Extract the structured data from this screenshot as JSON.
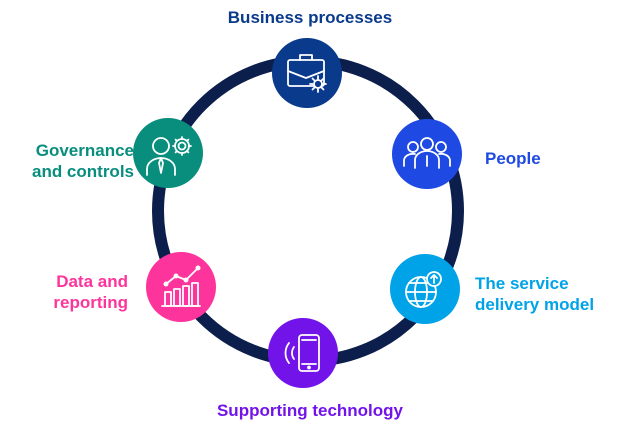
{
  "colors": {
    "ring": "#0c1e4b",
    "business": "#0a3a8c",
    "people": "#1e49e2",
    "service": "#00a3e8",
    "supporting": "#7213ea",
    "data": "#fd349c",
    "governance": "#098e7e",
    "icon_stroke": "#ffffff"
  },
  "nodes": {
    "business": {
      "lines": [
        "Business processes"
      ],
      "icon": "briefcase-gear-icon"
    },
    "people": {
      "lines": [
        "People"
      ],
      "icon": "people-group-icon"
    },
    "service": {
      "lines": [
        "The service",
        "delivery model"
      ],
      "icon": "globe-upload-icon"
    },
    "supporting": {
      "lines": [
        "Supporting technology"
      ],
      "icon": "smartphone-signal-icon"
    },
    "data": {
      "lines": [
        "Data and",
        "reporting"
      ],
      "icon": "bar-chart-trend-icon"
    },
    "governance": {
      "lines": [
        "Governance",
        "and controls"
      ],
      "icon": "person-gear-icon"
    }
  }
}
